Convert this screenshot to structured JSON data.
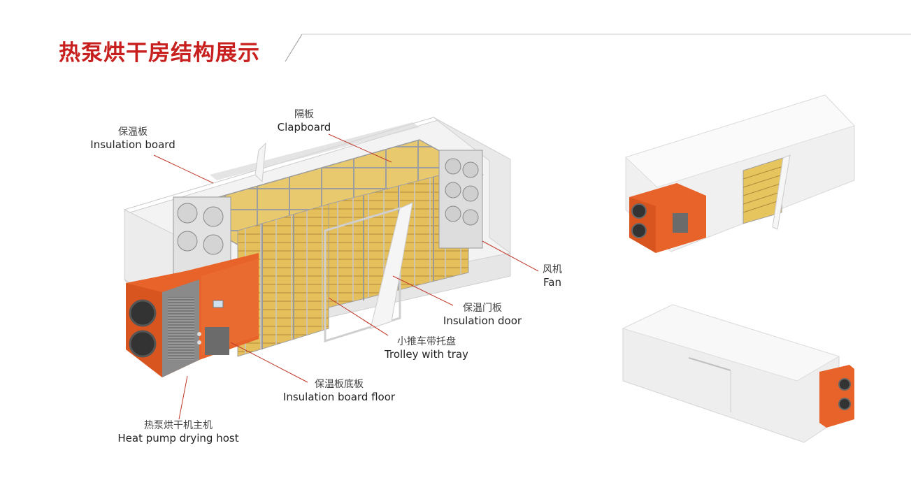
{
  "title": "热泵烘干房结构展示",
  "labels": {
    "insulation_board": {
      "zh": "保温板",
      "en": "Insulation board"
    },
    "clapboard": {
      "zh": "隔板",
      "en": "Clapboard"
    },
    "fan": {
      "zh": "风机",
      "en": "Fan"
    },
    "insulation_door": {
      "zh": "保温门板",
      "en": "Insulation door"
    },
    "trolley": {
      "zh": "小推车带托盘",
      "en": "Trolley with tray"
    },
    "board_floor": {
      "zh": "保温板底板",
      "en": "Insulation board floor"
    },
    "host": {
      "zh": "热泵烘干机主机",
      "en": "Heat pump drying host"
    }
  },
  "colors": {
    "title_red": "#c8201e",
    "unit_orange": "#e8632a",
    "tray_yellow": "#e9c766",
    "panel_white": "#f2f2f2",
    "leader_line": "#c0392b"
  }
}
